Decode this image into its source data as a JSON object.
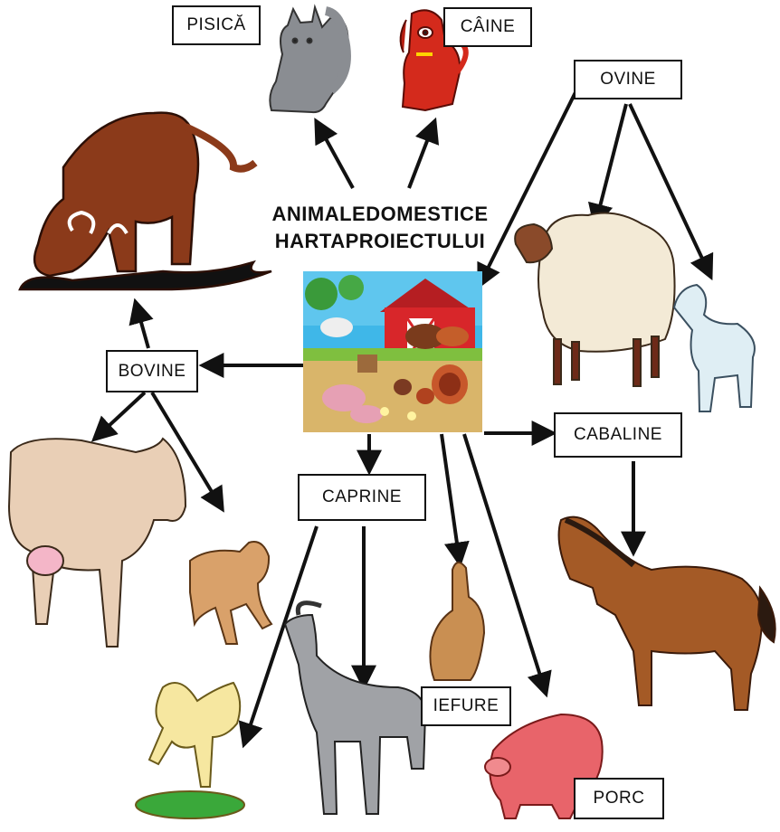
{
  "title": {
    "line1": "ANIMALEDOMESTICE",
    "line2": "HARTAPROIECTULUI"
  },
  "labels": {
    "pisica": "PISICĂ",
    "caine": "CÂINE",
    "ovine": "OVINE",
    "bovine": "BOVINE",
    "cabaline": "CABALINE",
    "caprine": "CAPRINE",
    "iefure": "IEFURE",
    "porc": "PORC"
  },
  "colors": {
    "line": "#111111",
    "bull": "#8B3A1A",
    "cat": "#8a8d92",
    "dog": "#d42a1c",
    "sheep": "#f3ead6",
    "lamb": "#dfeef4",
    "cow": "#e9cfb6",
    "calf": "#d9a16a",
    "goat": "#a0a2a6",
    "kid": "#f6e7a0",
    "rabbit": "#c98f52",
    "horse": "#a45a26",
    "pig": "#e8646a",
    "farm_sky": "#3fb7e8",
    "farm_barn": "#d8262a",
    "farm_ground": "#d9b56a"
  }
}
